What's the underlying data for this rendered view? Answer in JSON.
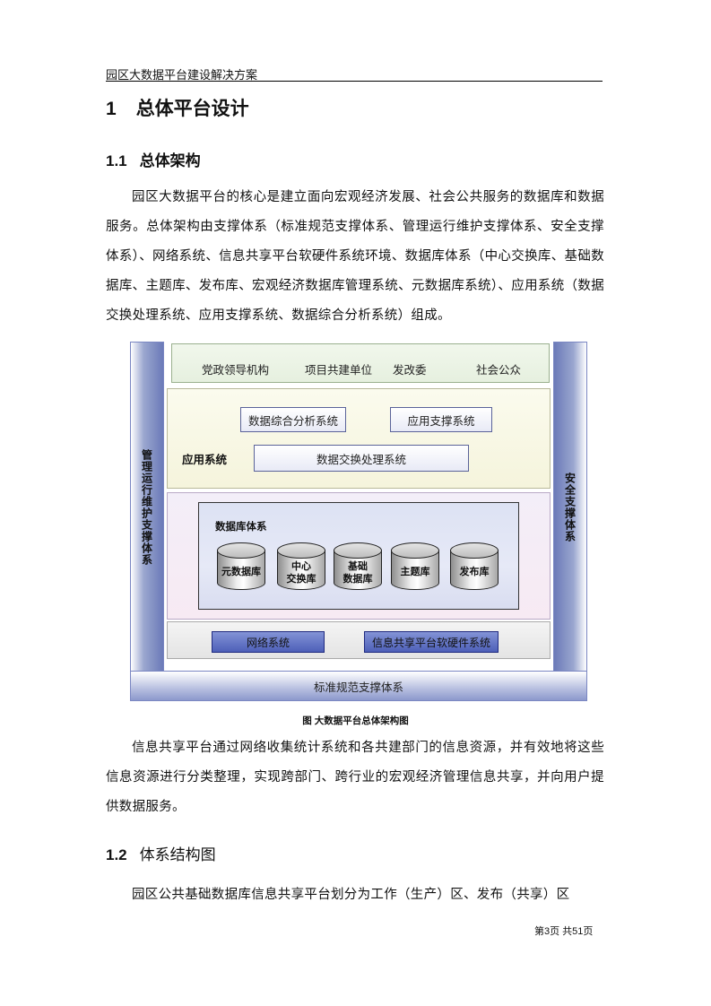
{
  "header": {
    "title": "园区大数据平台建设解决方案"
  },
  "heading1": {
    "number": "1",
    "text": "总体平台设计"
  },
  "heading2a": {
    "number": "1.1",
    "text": "总体架构"
  },
  "paragraph1": "园区大数据平台的核心是建立面向宏观经济发展、社会公共服务的数据库和数据服务。总体架构由支撑体系（标准规范支撑体系、管理运行维护支撑体系、安全支撑体系）、网络系统、信息共享平台软硬件系统环境、数据库体系（中心交换库、基础数据库、主题库、发布库、宏观经济数据库管理系统、元数据库系统）、应用系统（数据交换处理系统、应用支撑系统、数据综合分析系统）组成。",
  "diagram": {
    "left_bar": "管理运行维护支撑体系",
    "right_bar": "安全支撑体系",
    "bottom_bar": "标准规范支撑体系",
    "users": [
      "党政领导机构",
      "项目共建单位",
      "发改委",
      "社会公众"
    ],
    "app_layer": {
      "label": "应用系统",
      "analysis": "数据综合分析系统",
      "support": "应用支撑系统",
      "exchange": "数据交换处理系统"
    },
    "db_layer": {
      "title": "数据库体系",
      "databases": [
        {
          "line1": "元数据库",
          "line2": ""
        },
        {
          "line1": "中心",
          "line2": "交换库"
        },
        {
          "line1": "基础",
          "line2": "数据库"
        },
        {
          "line1": "主题库",
          "line2": ""
        },
        {
          "line1": "发布库",
          "line2": ""
        }
      ]
    },
    "network_layer": {
      "network": "网络系统",
      "platform": "信息共享平台软硬件系统"
    },
    "caption": "图  大数据平台总体架构图"
  },
  "paragraph2": "信息共享平台通过网络收集统计系统和各共建部门的信息资源，并有效地将这些信息资源进行分类整理，实现跨部门、跨行业的宏观经济管理信息共享，并向用户提供数据服务。",
  "heading2b": {
    "number": "1.2",
    "text": "体系结构图"
  },
  "paragraph3": "园区公共基础数据库信息共享平台划分为工作（生产）区、发布（共享）区",
  "footer": {
    "page": "第3页  共51页"
  }
}
